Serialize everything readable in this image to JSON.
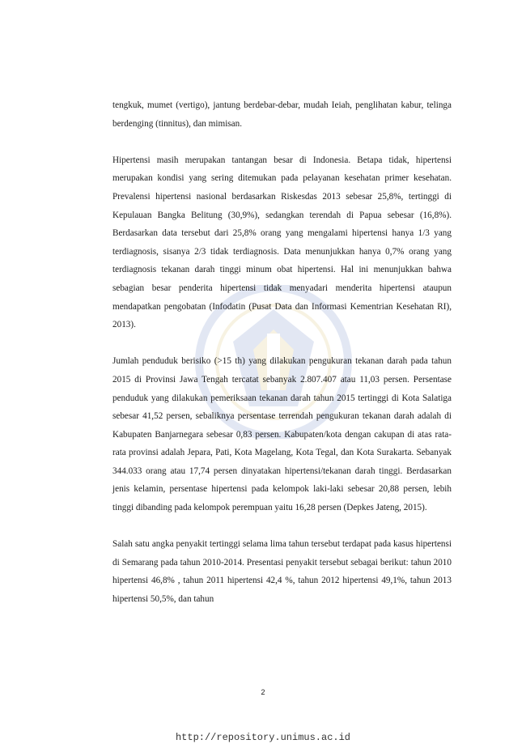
{
  "paragraphs": [
    "tengkuk, mumet (vertigo), jantung berdebar-debar, mudah Ieiah, penglihatan kabur, telinga berdenging (tinnitus), dan mimisan.",
    "Hipertensi masih merupakan tantangan besar di Indonesia. Betapa tidak, hipertensi merupakan kondisi yang sering ditemukan pada pelayanan kesehatan primer kesehatan. Prevalensi hipertensi nasional berdasarkan Riskesdas 2013 sebesar 25,8%, tertinggi di Kepulauan Bangka Belitung (30,9%), sedangkan terendah di Papua sebesar (16,8%). Berdasarkan data tersebut dari 25,8% orang yang mengalami hipertensi hanya 1/3 yang terdiagnosis, sisanya 2/3 tidak terdiagnosis. Data menunjukkan hanya 0,7% orang yang terdiagnosis tekanan darah tinggi minum obat hipertensi. Hal ini menunjukkan bahwa sebagian besar penderita hipertensi tidak menyadari menderita hipertensi ataupun mendapatkan pengobatan (Infodatin (Pusat Data dan Informasi Kementrian Kesehatan RI), 2013).",
    "Jumlah penduduk berisiko (>15 th) yang dilakukan pengukuran tekanan darah pada tahun 2015 di Provinsi Jawa Tengah tercatat sebanyak 2.807.407 atau 11,03 persen. Persentase penduduk yang dilakukan pemeriksaan tekanan darah tahun 2015 tertinggi di Kota Salatiga sebesar 41,52 persen, sebaliknya persentase terrendah pengukuran tekanan darah adalah di Kabupaten Banjarnegara sebesar 0,83 persen. Kabupaten/kota dengan cakupan di atas rata-rata provinsi adalah Jepara, Pati, Kota Magelang, Kota Tegal, dan Kota Surakarta. Sebanyak 344.033 orang atau 17,74 persen dinyatakan hipertensi/tekanan darah tinggi. Berdasarkan jenis kelamin, persentase hipertensi pada kelompok laki-laki sebesar 20,88 persen, lebih tinggi dibanding pada kelompok perempuan yaitu 16,28 persen (Depkes Jateng, 2015).",
    "Salah satu angka penyakit tertinggi selama lima tahun tersebut terdapat pada kasus hipertensi di Semarang pada tahun 2010-2014. Presentasi penyakit tersebut sebagai berikut: tahun 2010 hipertensi 46,8% , tahun 2011 hipertensi 42,4 %, tahun 2012 hipertensi 49,1%, tahun 2013 hipertensi 50,5%, dan tahun"
  ],
  "page_number": "2",
  "footer_url": "http://repository.unimus.ac.id",
  "colors": {
    "text": "#1a1a1a",
    "watermark_blue": "#2a4fa8",
    "watermark_gold": "#c9a227"
  }
}
